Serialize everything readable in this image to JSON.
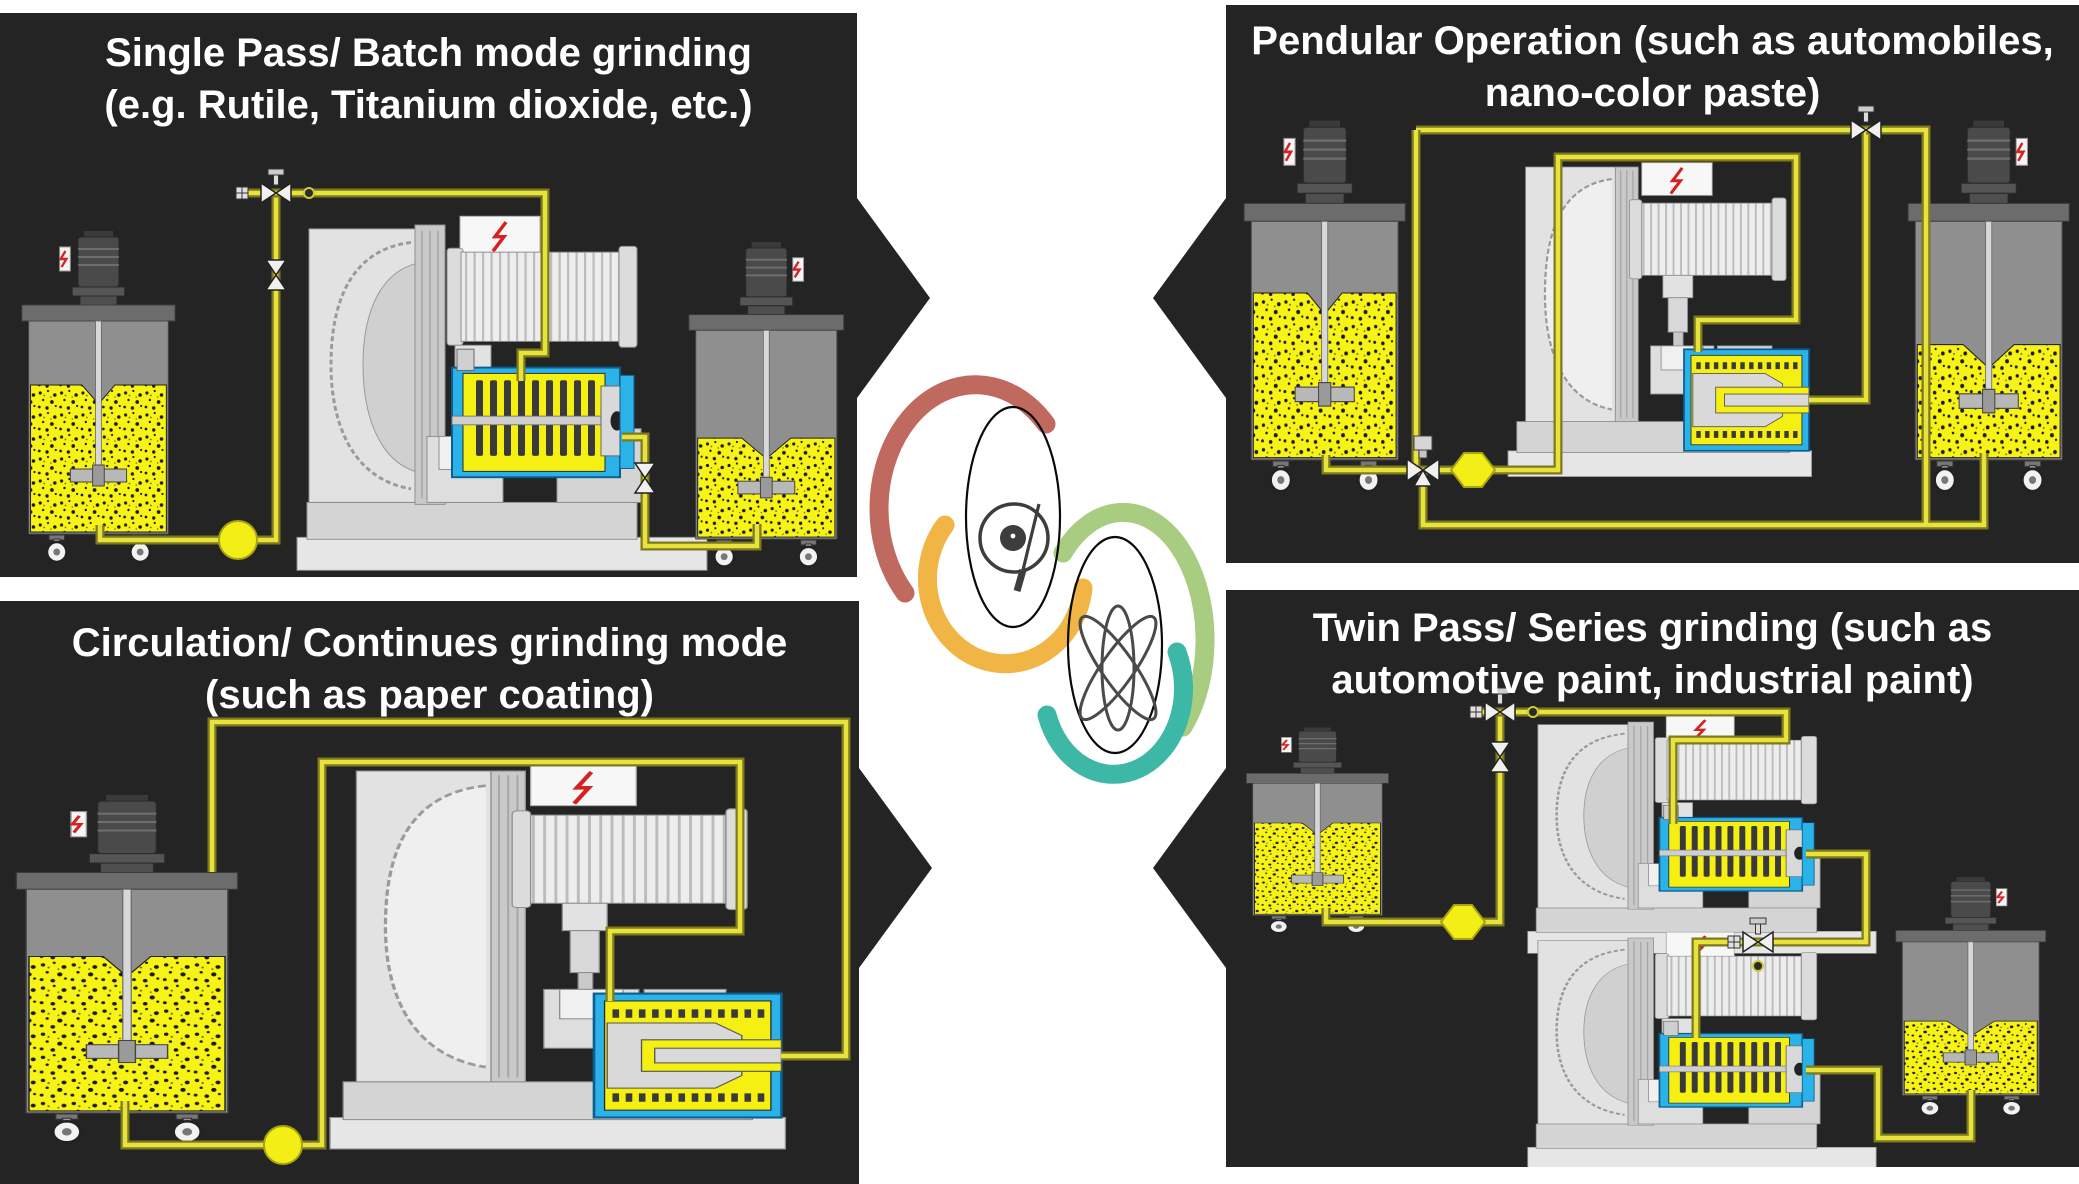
{
  "panels": {
    "single_pass": {
      "title": [
        "Single Pass/ Batch mode grinding",
        "(e.g. Rutile, Titanium dioxide, etc.)"
      ]
    },
    "pendular": {
      "title": [
        "Pendular Operation (such as automobiles,",
        "nano-color paste)"
      ]
    },
    "circulation": {
      "title": [
        "Circulation/ Continues grinding mode",
        "(such as paper coating)"
      ]
    },
    "twin_pass": {
      "title": [
        "Twin Pass/ Series grinding (such as",
        "automotive paint, industrial paint)"
      ]
    }
  },
  "logo": {
    "colors": {
      "red": "#c0695f",
      "orange": "#f0b545",
      "green": "#a8cc80",
      "teal": "#3eb8a6"
    }
  },
  "colors": {
    "panel_bg": "#242424",
    "pipe": "#e8e23d",
    "pipe_edge": "#7d7a1e",
    "tank_yellow": "#f7f415",
    "chamber_blue": "#2ab2e9",
    "machine_gray": "#e2e2e2",
    "bolt_red": "#d42222",
    "title_text": "#ffffff"
  }
}
